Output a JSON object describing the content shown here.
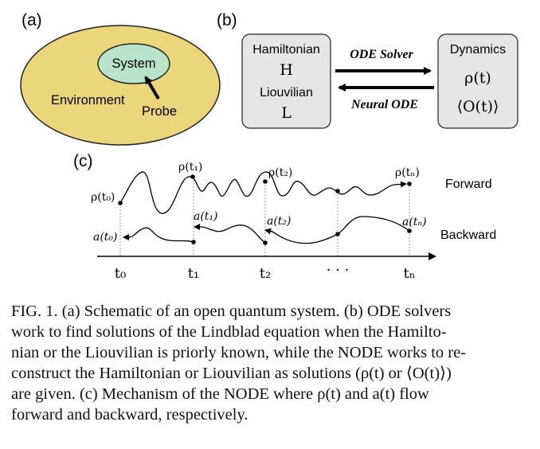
{
  "panel_a": {
    "label": "(a)",
    "environment": "Environment",
    "system": "System",
    "probe": "Probe",
    "colors": {
      "environment_fill": "#ecd67c",
      "system_fill": "#b9e3cb"
    }
  },
  "panel_b": {
    "label": "(b)",
    "left_box": {
      "line1": "Hamiltonian",
      "line2": "H",
      "line3": "Liouvilian",
      "line4": "L"
    },
    "right_box": {
      "line1": "Dynamics",
      "line2": "ρ(t)",
      "line3": "⟨O(t)⟩"
    },
    "arrow_forward": "ODE Solver",
    "arrow_backward": "Neural ODE",
    "colors": {
      "box_fill": "#e6e6e6"
    }
  },
  "panel_c": {
    "label": "(c)",
    "forward": "Forward",
    "backward": "Backward",
    "rho_labels": [
      "ρ(t₀)",
      "ρ(t₁)",
      "ρ(t₂)",
      "ρ(tₙ)"
    ],
    "a_labels": [
      "a(t₀)",
      "a(t₁)",
      "a(t₂)",
      "a(tₙ)"
    ],
    "ticks": [
      "t₀",
      "t₁",
      "t₂",
      "· · ·",
      "tₙ"
    ]
  },
  "caption": {
    "lines": [
      "FIG. 1. (a) Schematic of an open quantum system. (b) ODE solvers",
      "work to find solutions of the Lindblad equation when the Hamilto-",
      "nian or the Liouvilian is priorly known, while the NODE works to re-",
      "construct the Hamiltonian or Liouvilian as solutions (ρ(t) or ⟨O(t)⟩)",
      "are given.  (c) Mechanism of the NODE where ρ(t) and a(t) flow",
      "forward and backward, respectively."
    ]
  }
}
